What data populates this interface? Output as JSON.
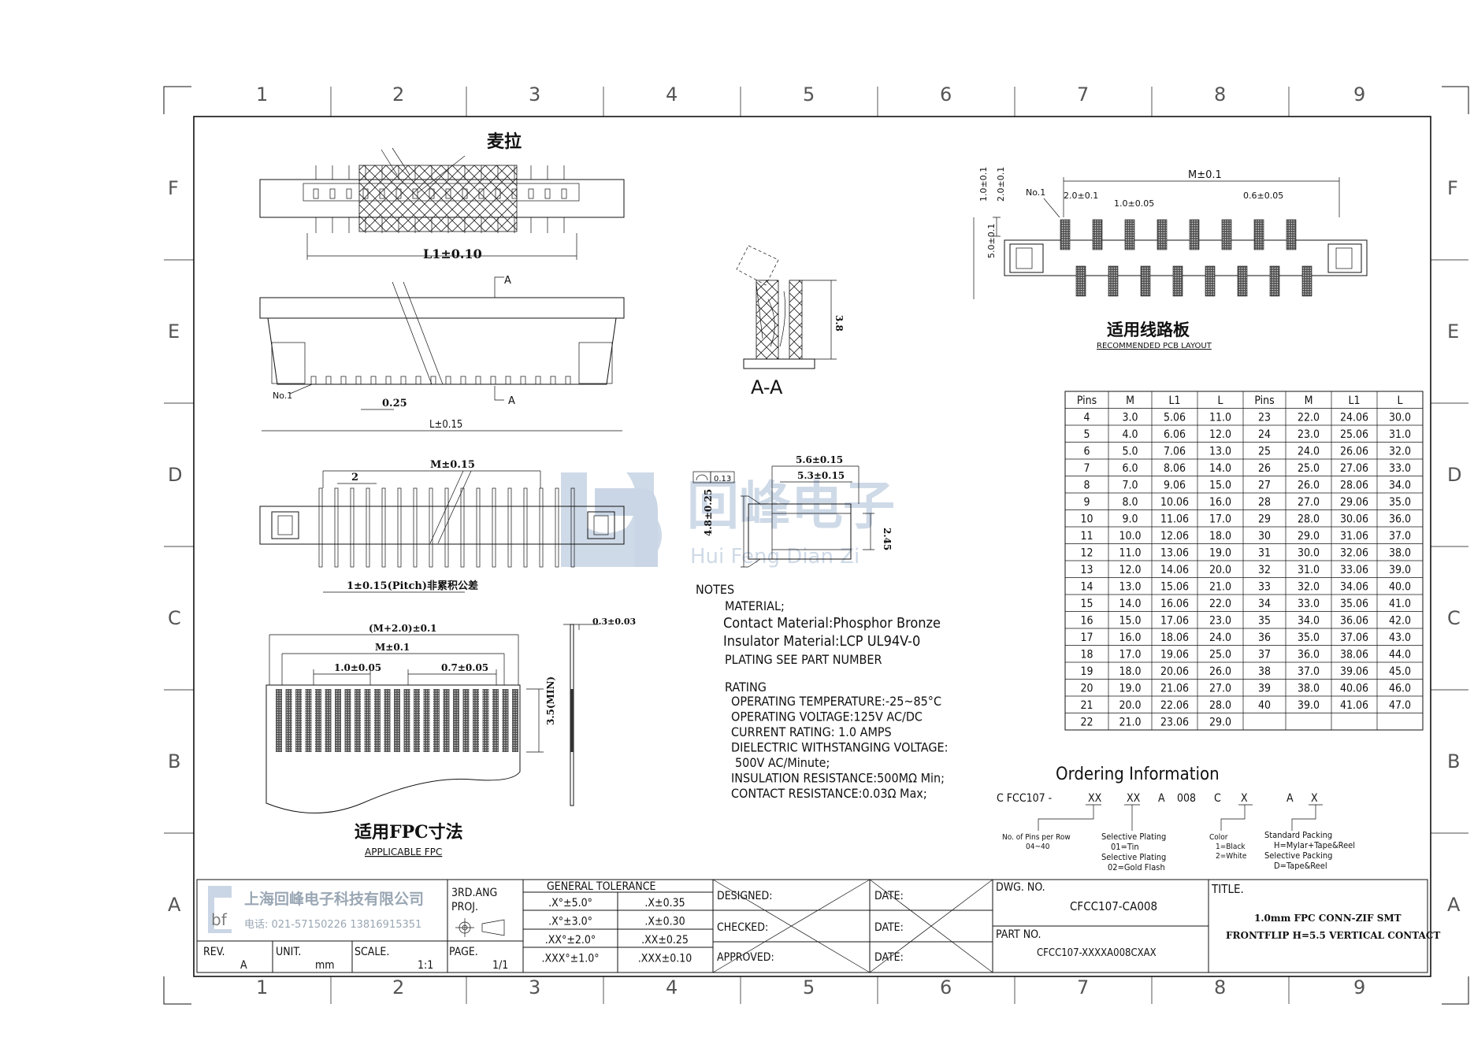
{
  "sheet": {
    "grid_cols": [
      "1",
      "2",
      "3",
      "4",
      "5",
      "6",
      "7",
      "8",
      "9"
    ],
    "grid_rows": [
      "F",
      "E",
      "D",
      "C",
      "B",
      "A"
    ]
  },
  "views": {
    "top": {
      "label_mila": "麦拉",
      "dim_l1": "L1±0.10"
    },
    "front": {
      "section_mark": "A",
      "no1": "No.1",
      "dim_025": "0.25",
      "dim_l": "L±0.15"
    },
    "bottom": {
      "dim_m": "M±0.15",
      "dim_2": "2",
      "pitch_note": "1±0.15(Pitch)非累积公差"
    },
    "section": {
      "label": "A-A",
      "dim_38": "3.8"
    },
    "side": {
      "flat": "0.13",
      "d56": "5.6±0.15",
      "d53": "5.3±0.15",
      "d48": "4.8±0.25",
      "d245": "2.45"
    },
    "fpc": {
      "d_m2": "(M+2.0)±0.1",
      "d_m": "M±0.1",
      "d_10": "1.0±0.05",
      "d_07": "0.7±0.05",
      "d_35": "3.5(MIN)",
      "d_03": "0.3±0.03",
      "title": "适用FPC寸法",
      "subtitle": "APPLICABLE FPC"
    },
    "pcb": {
      "d_m": "M±0.1",
      "no1": "No.1",
      "d_20": "2.0±0.1",
      "d_10": "1.0±0.05",
      "d_06": "0.6±0.05",
      "v_10": "1.0±0.1",
      "v_20": "2.0±0.1",
      "v_50": "5.0±0.1",
      "title": "适用线路板",
      "subtitle": "RECOMMENDED PCB LAYOUT"
    }
  },
  "watermark": {
    "cn": "回峰电子",
    "pinyin": "Hui Feng Dian Zi"
  },
  "notes": {
    "heading": "NOTES",
    "material_heading": "MATERIAL;",
    "material_lines": [
      "Contact Material:Phosphor Bronze",
      "Insulator Material:LCP UL94V-0",
      "PLATING SEE PART NUMBER"
    ],
    "rating_heading": "RATING",
    "rating_lines": [
      "OPERATING TEMPERATURE:-25~85°C",
      "OPERATING VOLTAGE:125V AC/DC",
      "CURRENT RATING: 1.0 AMPS",
      "DIELECTRIC WITHSTANGING VOLTAGE:",
      "500V AC/Minute;",
      "INSULATION RESISTANCE:500MΩ Min;",
      "CONTACT RESISTANCE:0.03Ω Max;"
    ]
  },
  "pin_table": {
    "headers": [
      "Pins",
      "M",
      "L1",
      "L",
      "Pins",
      "M",
      "L1",
      "L"
    ],
    "rows": [
      [
        "4",
        "3.0",
        "5.06",
        "11.0",
        "23",
        "22.0",
        "24.06",
        "30.0"
      ],
      [
        "5",
        "4.0",
        "6.06",
        "12.0",
        "24",
        "23.0",
        "25.06",
        "31.0"
      ],
      [
        "6",
        "5.0",
        "7.06",
        "13.0",
        "25",
        "24.0",
        "26.06",
        "32.0"
      ],
      [
        "7",
        "6.0",
        "8.06",
        "14.0",
        "26",
        "25.0",
        "27.06",
        "33.0"
      ],
      [
        "8",
        "7.0",
        "9.06",
        "15.0",
        "27",
        "26.0",
        "28.06",
        "34.0"
      ],
      [
        "9",
        "8.0",
        "10.06",
        "16.0",
        "28",
        "27.0",
        "29.06",
        "35.0"
      ],
      [
        "10",
        "9.0",
        "11.06",
        "17.0",
        "29",
        "28.0",
        "30.06",
        "36.0"
      ],
      [
        "11",
        "10.0",
        "12.06",
        "18.0",
        "30",
        "29.0",
        "31.06",
        "37.0"
      ],
      [
        "12",
        "11.0",
        "13.06",
        "19.0",
        "31",
        "30.0",
        "32.06",
        "38.0"
      ],
      [
        "13",
        "12.0",
        "14.06",
        "20.0",
        "32",
        "31.0",
        "33.06",
        "39.0"
      ],
      [
        "14",
        "13.0",
        "15.06",
        "21.0",
        "33",
        "32.0",
        "34.06",
        "40.0"
      ],
      [
        "15",
        "14.0",
        "16.06",
        "22.0",
        "34",
        "33.0",
        "35.06",
        "41.0"
      ],
      [
        "16",
        "15.0",
        "17.06",
        "23.0",
        "35",
        "34.0",
        "36.06",
        "42.0"
      ],
      [
        "17",
        "16.0",
        "18.06",
        "24.0",
        "36",
        "35.0",
        "37.06",
        "43.0"
      ],
      [
        "18",
        "17.0",
        "19.06",
        "25.0",
        "37",
        "36.0",
        "38.06",
        "44.0"
      ],
      [
        "19",
        "18.0",
        "20.06",
        "26.0",
        "38",
        "37.0",
        "39.06",
        "45.0"
      ],
      [
        "20",
        "19.0",
        "21.06",
        "27.0",
        "39",
        "38.0",
        "40.06",
        "46.0"
      ],
      [
        "21",
        "20.0",
        "22.06",
        "28.0",
        "40",
        "39.0",
        "41.06",
        "47.0"
      ],
      [
        "22",
        "21.0",
        "23.06",
        "29.0",
        "",
        "",
        "",
        ""
      ]
    ]
  },
  "ordering": {
    "title": "Ordering Information",
    "code": [
      "C FCC107 -",
      "XX",
      "XX",
      "A",
      "008",
      "C",
      "X",
      "A",
      "X"
    ],
    "pins_note": [
      "No. of Pins per Row",
      "04~40"
    ],
    "plating_note": [
      "Selective Plating",
      "01=Tin",
      "Selective Plating",
      "02=Gold Flash"
    ],
    "color_note": [
      "Color",
      "1=Black",
      "2=White"
    ],
    "packing_note": [
      "Standard Packing",
      "H=Mylar+Tape&Reel",
      "Selective Packing",
      "D=Tape&Reel"
    ]
  },
  "title_block": {
    "company": "上海回峰电子科技有限公司",
    "phone": "电话: 021-57150226  13816915351",
    "projection": [
      "3RD.ANG",
      "PROJ."
    ],
    "general_tolerance": "GENERAL TOLERANCE",
    "tolerances": [
      [
        ".X°±5.0°",
        ".X±0.35"
      ],
      [
        ".X°±3.0°",
        ".X±0.30"
      ],
      [
        ".XX°±2.0°",
        ".XX±0.25"
      ],
      [
        ".XXX°±1.0°",
        ".XXX±0.10"
      ]
    ],
    "designed": "DESIGNED:",
    "checked": "CHECKED:",
    "approved": "APPROVED:",
    "date": "DATE:",
    "dwg_no_label": "DWG. NO.",
    "dwg_no": "CFCC107-CA008",
    "part_no_label": "PART NO.",
    "part_no": "CFCC107-XXXXA008CXAX",
    "title_label": "TITLE.",
    "title_lines": [
      "1.0mm FPC CONN-ZIF SMT",
      "FRONTFLIP H=5.5 VERTICAL CONTACT"
    ],
    "rev_label": "REV.",
    "rev": "A",
    "unit_label": "UNIT.",
    "unit": "mm",
    "scale_label": "SCALE.",
    "scale": "1:1",
    "page_label": "PAGE.",
    "page": "1/1"
  }
}
